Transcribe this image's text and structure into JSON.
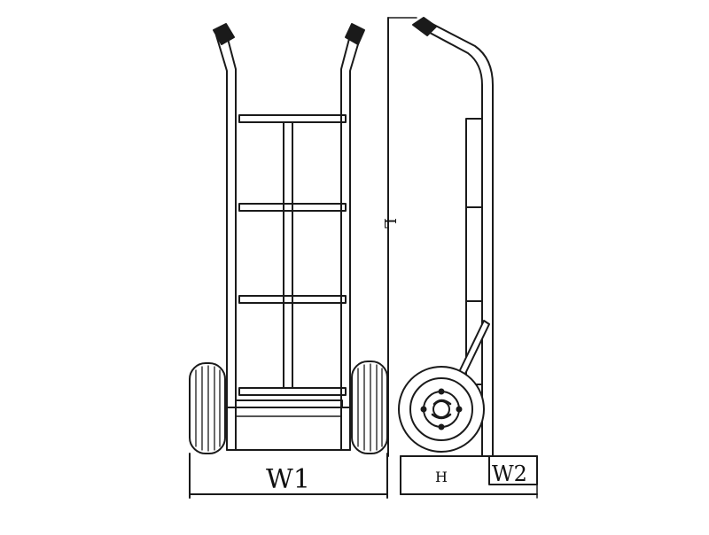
{
  "diagram": {
    "labels": {
      "width_front": "W1",
      "length": "L",
      "base_depth": "H",
      "width_side": "W2"
    },
    "colors": {
      "stroke": "#1a1a1a",
      "fill": "#ffffff",
      "grip": "#1a1a1a"
    }
  }
}
